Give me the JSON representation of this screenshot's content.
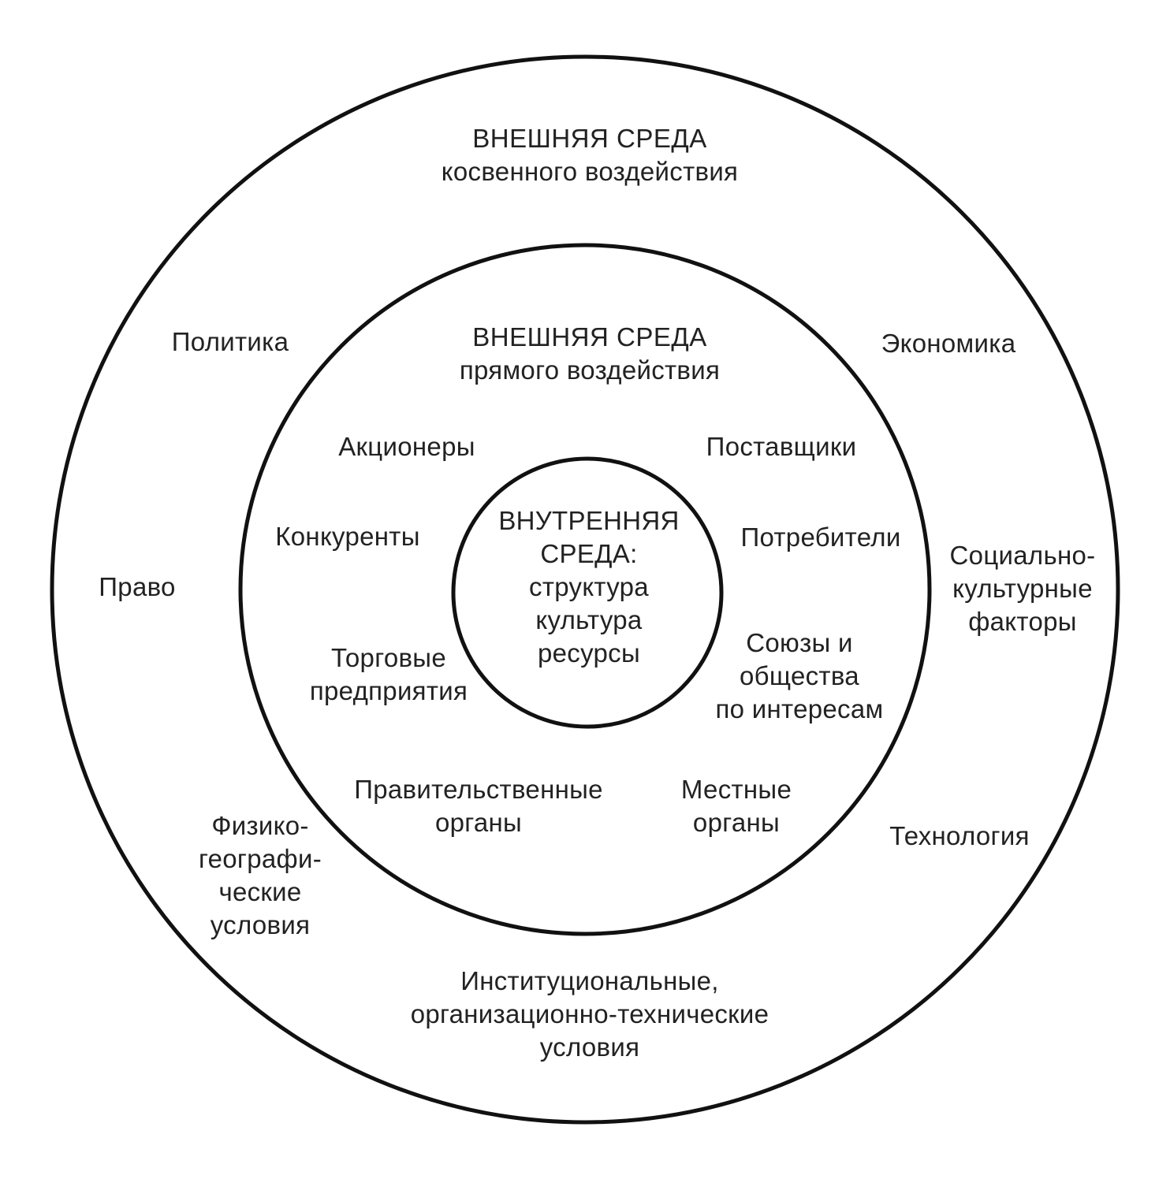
{
  "colors": {
    "line": "#111111",
    "text": "#222222",
    "background": "#ffffff"
  },
  "outer_ring": {
    "title": "ВНЕШНЯЯ СРЕДА",
    "subtitle": "косвенного воздействия",
    "factors": {
      "politics": "Политика",
      "economy": "Экономика",
      "law": "Право",
      "sociocultural": [
        "Социально-",
        "культурные",
        "факторы"
      ],
      "physgeo": [
        "Физико-",
        "географи-",
        "ческие",
        "условия"
      ],
      "technology": "Технология",
      "institutional": [
        "Институциональные,",
        "организационно-технические",
        "условия"
      ]
    }
  },
  "middle_ring": {
    "title": "ВНЕШНЯЯ СРЕДА",
    "subtitle": "прямого воздействия",
    "factors": {
      "shareholders": "Акционеры",
      "suppliers": "Поставщики",
      "competitors": "Конкуренты",
      "consumers": "Потребители",
      "trade": [
        "Торговые",
        "предприятия"
      ],
      "unions": [
        "Союзы и",
        "общества",
        "по интересам"
      ],
      "government": [
        "Правительственные",
        "органы"
      ],
      "local": [
        "Местные",
        "органы"
      ]
    }
  },
  "inner_circle": {
    "lines": [
      "ВНУТРЕННЯЯ",
      "СРЕДА:",
      "структура",
      "культура",
      "ресурсы"
    ]
  }
}
